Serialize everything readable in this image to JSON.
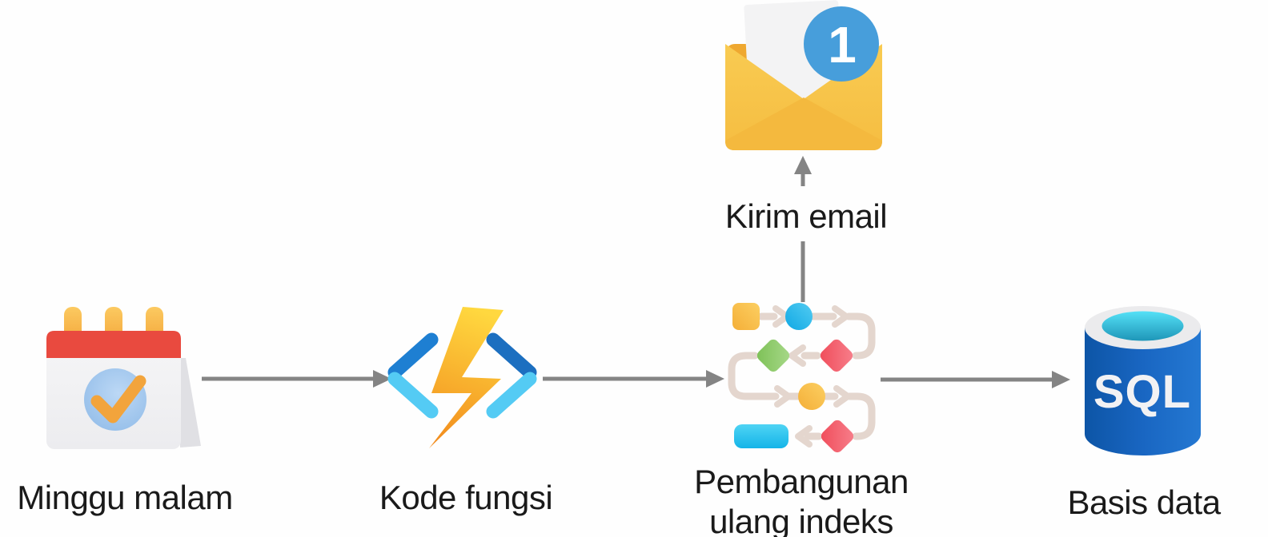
{
  "diagram": {
    "background": "#FEFEFE",
    "arrow_color": "#848484",
    "connector_color": "#E4D6CE",
    "text_color": "#1A1A1A",
    "nodes": {
      "schedule": {
        "label": "Minggu malam",
        "icon": "calendar-check-icon"
      },
      "function_code": {
        "label": "Kode fungsi",
        "icon": "azure-functions-icon"
      },
      "index_rebuild": {
        "label_line1": "Pembangunan",
        "label_line2": "ulang indeks",
        "icon": "workflow-icon"
      },
      "send_email": {
        "label": "Kirim email",
        "icon": "email-envelope-icon",
        "badge_count": "1"
      },
      "database": {
        "label": "Basis data",
        "icon": "sql-database-icon",
        "icon_text": "SQL"
      }
    },
    "palette": {
      "calendar_red": "#E94A3F",
      "calendar_check_orange": "#F2A43C",
      "calendar_circle_blue": "#A5C9EE",
      "bolt_yellow": "#FFD83F",
      "bolt_orange": "#F28D1E",
      "bracket_dark_blue": "#1E7FD2",
      "bracket_light_blue": "#54CBF4",
      "node_yellow": "#F9BE4B",
      "node_blue": "#1CB5EC",
      "node_green": "#8CCB6B",
      "node_red": "#F4606C",
      "envelope_gold": "#F7C246",
      "badge_blue": "#479EDB",
      "sql_body_blue": "#1966C2",
      "sql_top_cyan": "#55E1F7"
    }
  }
}
